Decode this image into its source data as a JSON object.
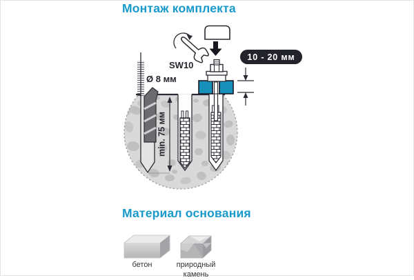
{
  "header": {
    "title": "Монтаж комплекта"
  },
  "diagram": {
    "wrench_size_label": "SW10",
    "drill_diameter_label": "Ø 8 мм",
    "gap_badge_label": "10 - 20 мм",
    "min_depth_label": "min. 75 мм"
  },
  "materials": {
    "title": "Материал основания",
    "items": [
      {
        "id": "concrete",
        "label": "бетон",
        "icon": "concrete-block-icon"
      },
      {
        "id": "natural-stone",
        "label": "природный камень",
        "icon": "natural-stone-icon"
      }
    ]
  },
  "icons": {
    "cover_cap": "cap-outline",
    "press_arrow": "down-arrow",
    "wrench": "open-end-wrench",
    "rotation": "rotation-arrow",
    "drill_gauge": "drill-bit-gauge",
    "cross_section": "masonry-cross-section-circle",
    "anchors": "expansion-anchor-dowel",
    "bolt": "hex-bolt-assembly",
    "profile": "teal-mounting-profile",
    "concrete": "concrete-block-3d",
    "stone": "natural-stone-block-3d"
  },
  "colors": {
    "accent_blue": "#1899cc",
    "profile_teal": "#1791ba",
    "badge_bg": "#23232b",
    "badge_text": "#ffffff",
    "line_dark": "#2a2a33",
    "aggregate_fill": "#d9d9d9",
    "pebble_fill": "#c0c0c0"
  }
}
